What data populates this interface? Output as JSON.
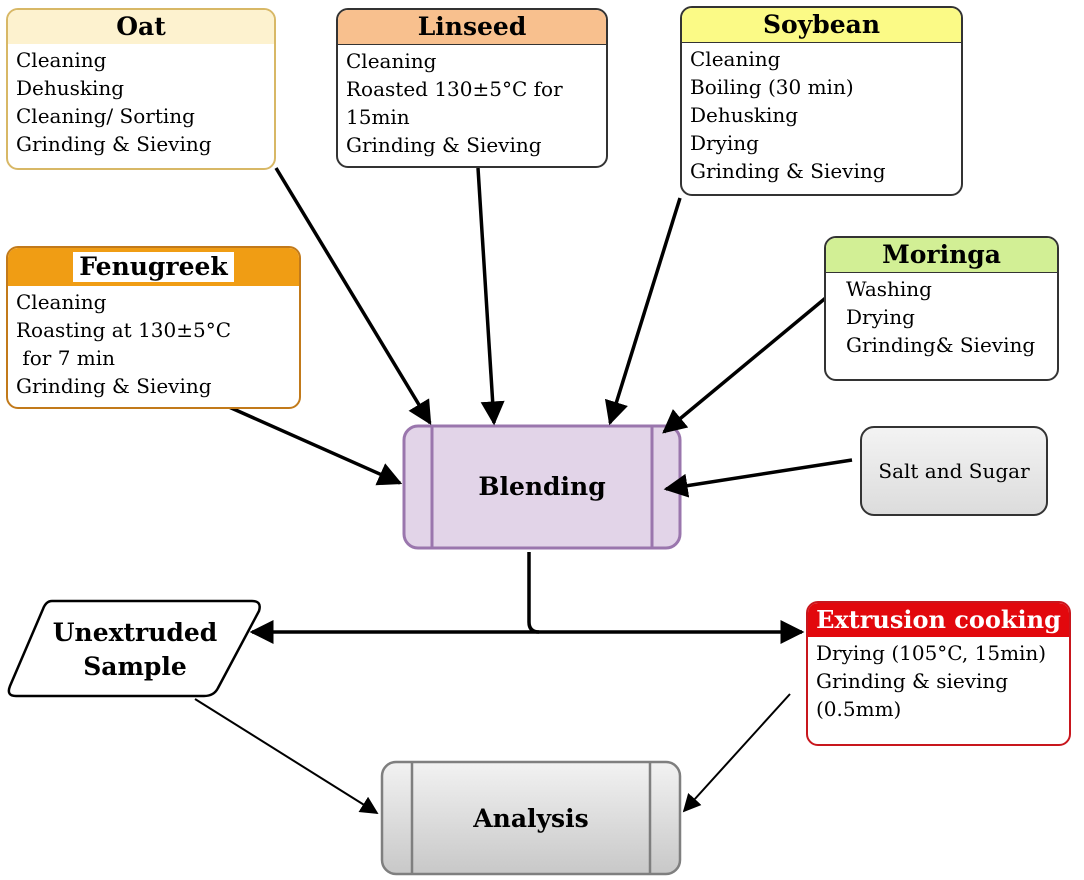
{
  "oat": {
    "title": "Oat",
    "steps": [
      "Cleaning",
      "Dehusking",
      "Cleaning/ Sorting",
      "Grinding & Sieving"
    ]
  },
  "linseed": {
    "title": "Linseed",
    "steps": [
      "Cleaning",
      "Roasted 130±5°C for",
      "15min",
      "Grinding & Sieving"
    ]
  },
  "soybean": {
    "title": "Soybean",
    "steps": [
      "Cleaning",
      "Boiling (30 min)",
      "Dehusking",
      "Drying",
      "Grinding & Sieving"
    ]
  },
  "fenugreek": {
    "title": "Fenugreek",
    "steps": [
      "Cleaning",
      "Roasting at 130±5°C",
      " for 7 min",
      "Grinding & Sieving"
    ]
  },
  "moringa": {
    "title": "Moringa",
    "steps": [
      "Washing",
      "Drying",
      "Grinding& Sieving"
    ]
  },
  "salt_sugar": {
    "label": "Salt and Sugar"
  },
  "blending": {
    "label": "Blending"
  },
  "unextruded": {
    "line1": "Unextruded",
    "line2": "Sample"
  },
  "extrusion": {
    "title": "Extrusion cooking",
    "steps": [
      "Drying (105°C, 15min)",
      "Grinding & sieving",
      "(0.5mm)"
    ]
  },
  "analysis": {
    "label": "Analysis"
  },
  "colors": {
    "oat_header": "#fdf2cf",
    "linseed_header": "#f8c08e",
    "soybean_header": "#fbfa86",
    "fenugreek_header": "#f09d14",
    "moringa_header": "#d2ef95",
    "extrusion_header": "#e2080d",
    "blending_fill": "#e2d4e8",
    "blending_border": "#9a76ad",
    "analysis_fill": "#dcdcdc"
  }
}
